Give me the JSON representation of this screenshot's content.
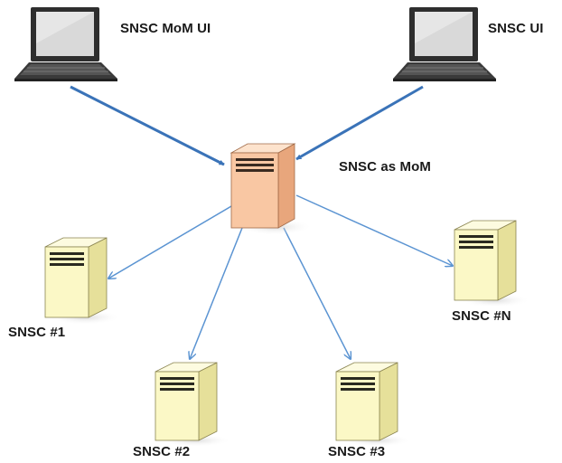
{
  "diagram": {
    "mom_ui_label": "SNSC MoM UI",
    "ui_label": "SNSC UI",
    "mom_server_label": "SNSC as MoM",
    "node1_label": "SNSC #1",
    "node2_label": "SNSC #2",
    "node3_label": "SNSC #3",
    "nodeN_label": "SNSC #N"
  },
  "colors": {
    "thick_arrow": "#3a73b8",
    "thin_arrow": "#5b94d2",
    "mom_server_front": "#f9c7a3",
    "mom_server_side": "#e8a67c",
    "node_server_front": "#fbf8c6",
    "node_server_side": "#e6e09a",
    "laptop_frame": "#2e2e2e",
    "laptop_screen": "#d9d9d9"
  },
  "icons": {
    "clients": "laptop-icon",
    "mom_server": "server-tower-icon",
    "nodes": "server-tower-icon"
  }
}
